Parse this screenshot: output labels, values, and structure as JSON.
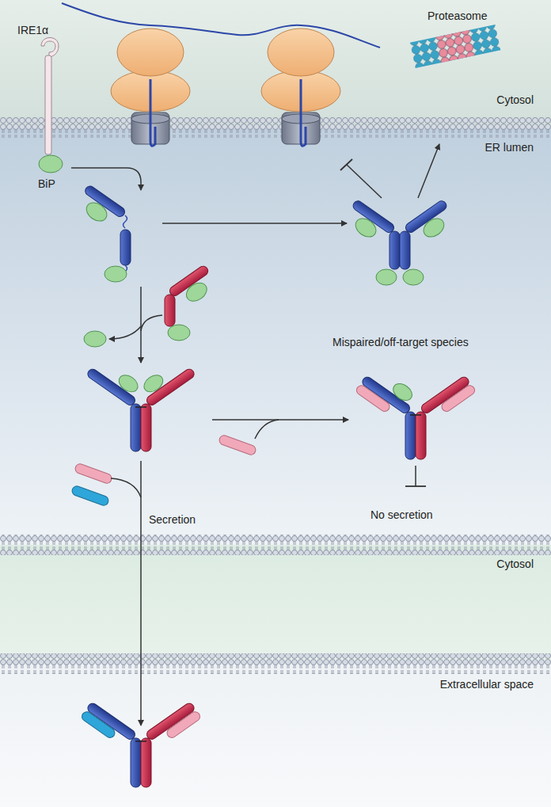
{
  "diagram": {
    "nodes": [
      {
        "text": [
          "Cytosol"
        ]
      },
      {
        "text": [
          "ER lumen"
        ]
      },
      {
        "text": [
          "Cytosol"
        ]
      },
      {
        "text": [
          "Extracellular space"
        ]
      }
    ],
    "labels": [
      "IRE1α",
      "BiP",
      "Proteasome",
      "Mispaired/off-target species",
      "Secretion",
      "No secretion"
    ]
  }
}
